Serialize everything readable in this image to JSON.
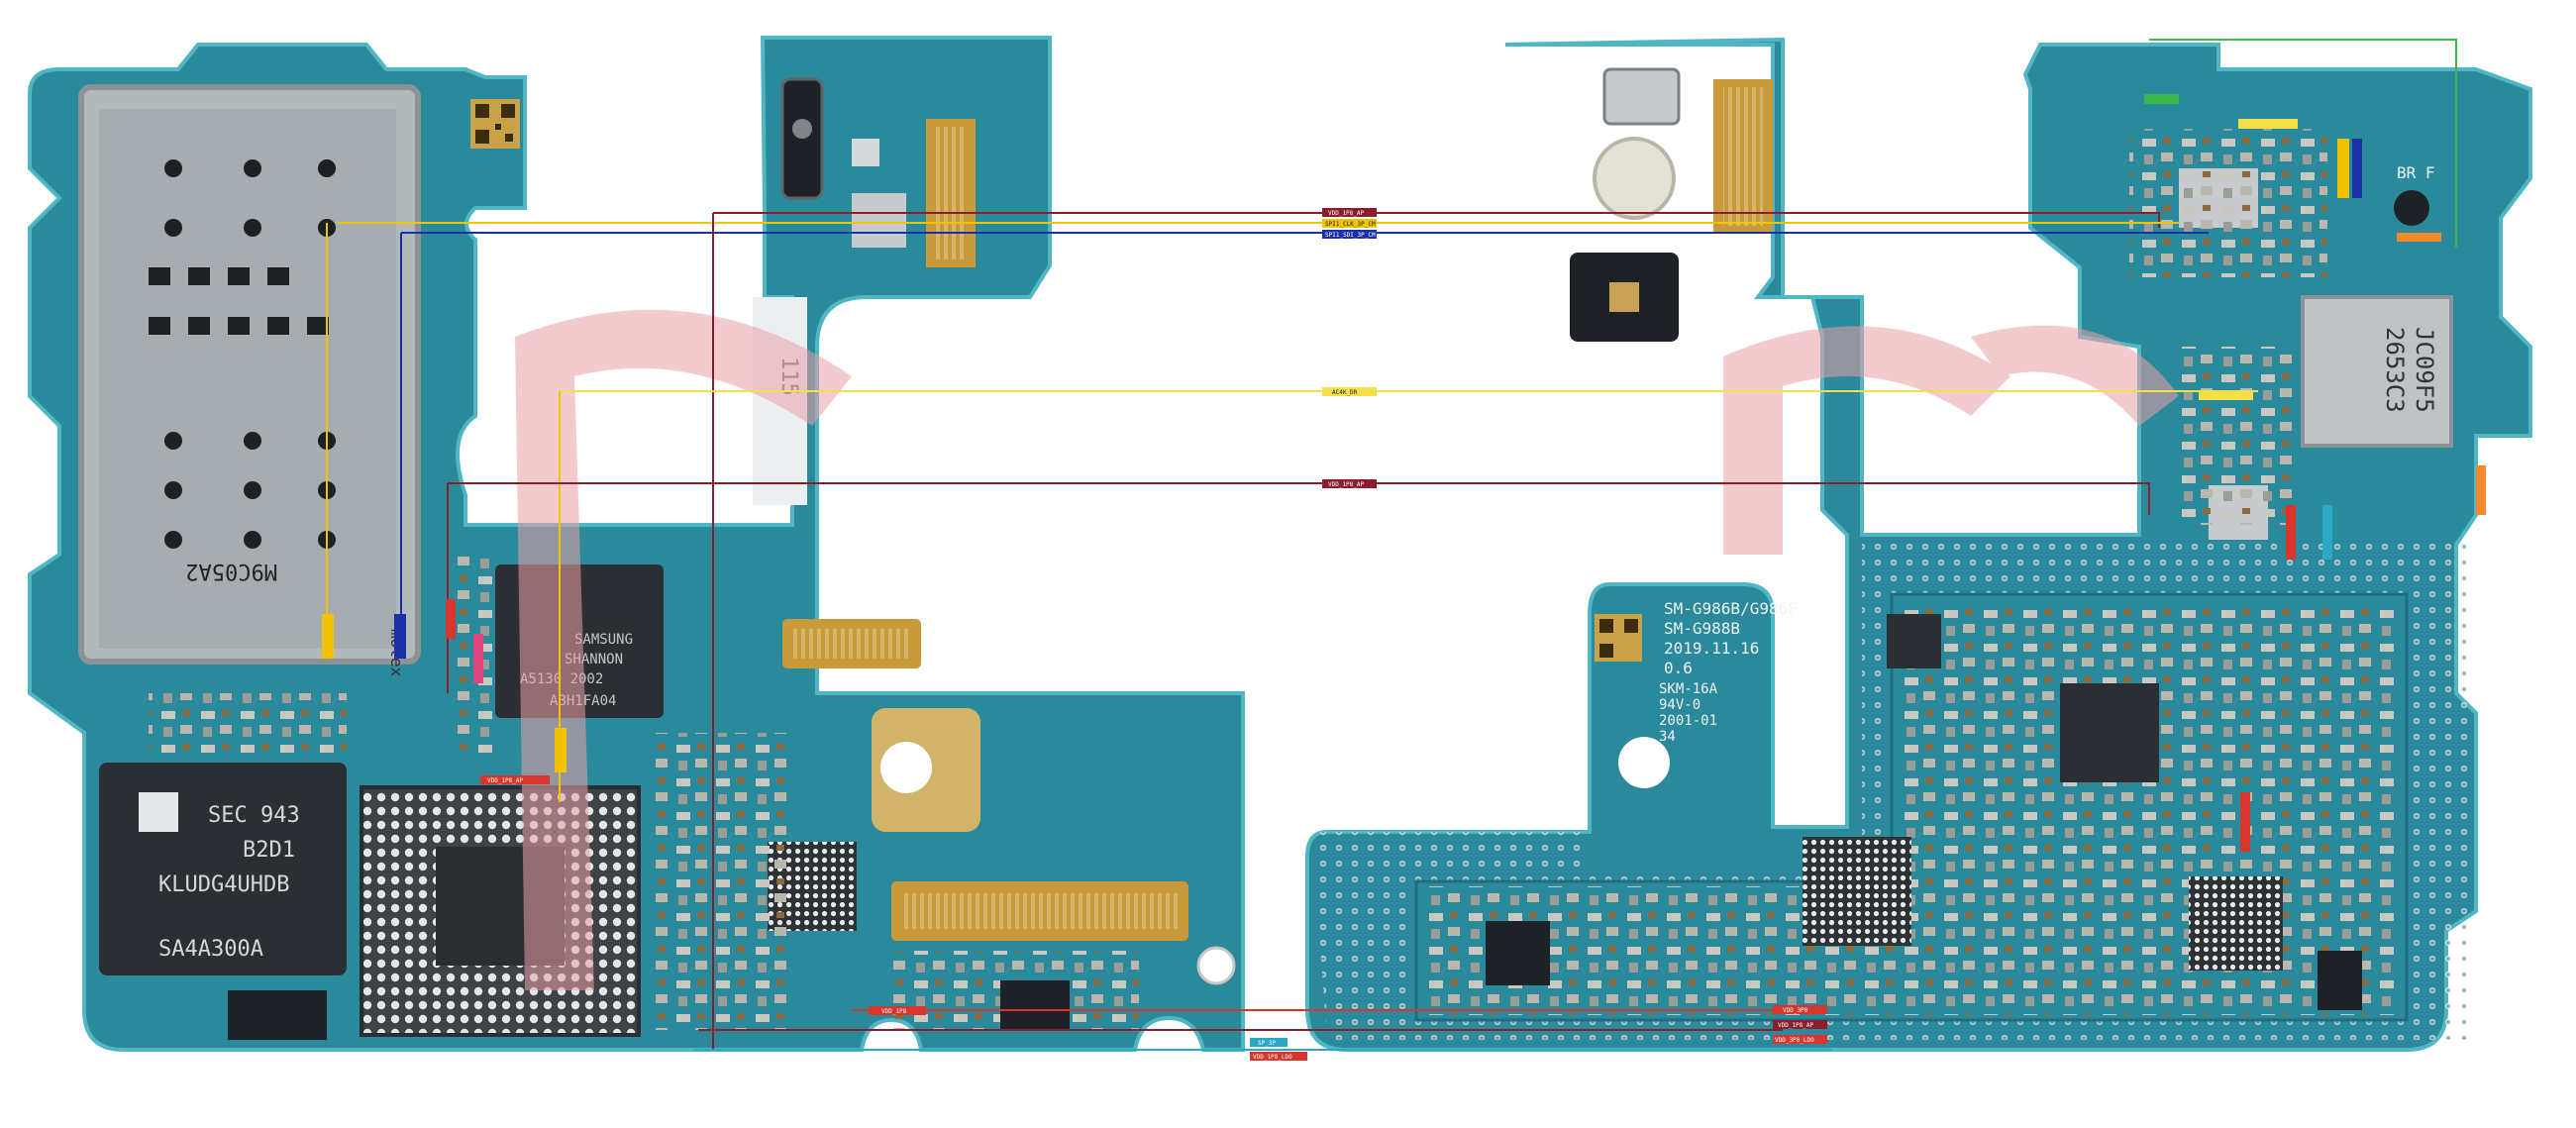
{
  "colors": {
    "background": "#ffffff",
    "board": "#2a8a9c",
    "board_dark": "#1d6f80",
    "board_edge": "#4fb6c4",
    "watermark": "#e9a1a6",
    "copper": "#d2b36a",
    "chip": "#2b2f33",
    "shield": "#bfc3c6"
  },
  "chips": {
    "emmc": [
      "SEC 943",
      "B2D1",
      "KLUDG4UHDB",
      "SA4A300A"
    ],
    "modem": [
      "SAMSUNG",
      "SHANNON",
      "A5130 2002",
      "ABH1FA04"
    ],
    "sim_tray": "M9C05A2",
    "rf_chip": [
      "2653C3",
      "JC09F5"
    ],
    "board_id": [
      "SM-G986B/G986F",
      "SM-G988B",
      "2019.11.16",
      "0.6"
    ],
    "board_id2": [
      "SKM-16A",
      "94V-0",
      "2001-01",
      "34"
    ],
    "strip_number": "115",
    "molex": "molex",
    "brf": "BR F"
  },
  "nets": {
    "top1": "VDD_1P8_AP",
    "top2": "SPI1_CLK_3P_CM",
    "top3": "SPI1_SDI_3P_CM",
    "mid": "AC4K_DR",
    "low": "VDD_1P8_AP",
    "bottom1": "VDD_3P0",
    "bottom2": "VDD_1P8_AP",
    "bottom3": "VDD_3P0_LDO",
    "center_b1": "SP_3P",
    "center_b2": "VDD_1P8_LDO",
    "left_b": "VDD_1P8",
    "tag_small": "VDD_1P8_AP"
  }
}
